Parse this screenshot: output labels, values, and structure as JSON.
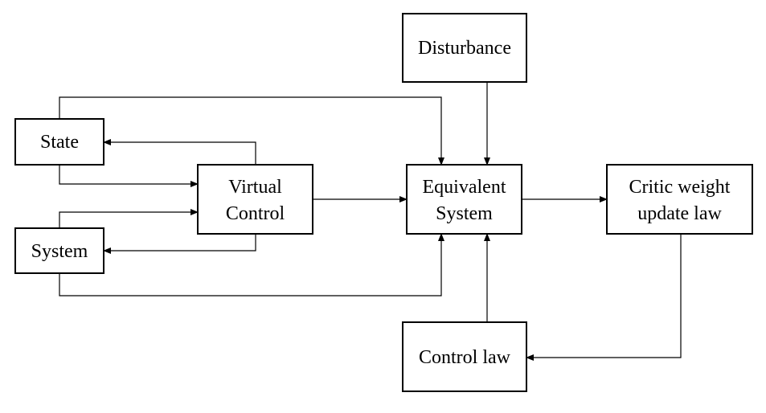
{
  "blocks": {
    "state": {
      "line1": "State"
    },
    "system": {
      "line1": "System"
    },
    "virtual_control": {
      "line1": "Virtual",
      "line2": "Control"
    },
    "equivalent_system": {
      "line1": "Equivalent",
      "line2": "System"
    },
    "disturbance": {
      "line1": "Disturbance"
    },
    "critic_weight_update_law": {
      "line1": "Critic weight",
      "line2": "update law"
    },
    "control_law": {
      "line1": "Control law"
    }
  },
  "connections": [
    {
      "from": "state",
      "to": "virtual_control"
    },
    {
      "from": "virtual_control",
      "to": "state"
    },
    {
      "from": "system",
      "to": "virtual_control"
    },
    {
      "from": "virtual_control",
      "to": "system"
    },
    {
      "from": "state",
      "to": "equivalent_system"
    },
    {
      "from": "system",
      "to": "equivalent_system"
    },
    {
      "from": "virtual_control",
      "to": "equivalent_system"
    },
    {
      "from": "disturbance",
      "to": "equivalent_system"
    },
    {
      "from": "equivalent_system",
      "to": "critic_weight_update_law"
    },
    {
      "from": "critic_weight_update_law",
      "to": "control_law"
    },
    {
      "from": "control_law",
      "to": "equivalent_system"
    }
  ],
  "colors": {
    "stroke": "#000000",
    "fill": "#ffffff",
    "text": "#000000"
  }
}
